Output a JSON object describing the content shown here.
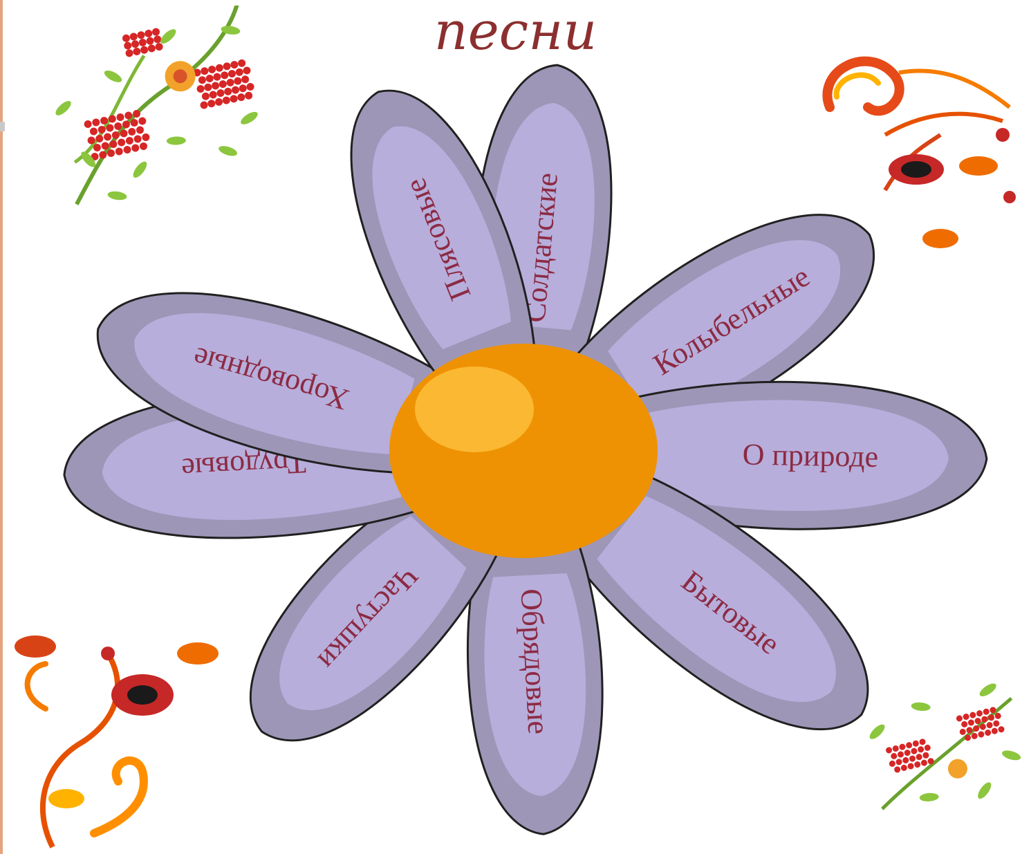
{
  "title": "песни",
  "center": {
    "color": "#ee9203",
    "highlight": "#fbb832"
  },
  "petal_colors": {
    "outer": "#9d96b7",
    "inner": "#b7aedb",
    "outline": "#202020",
    "text": "#8c2a43"
  },
  "petals": [
    {
      "id": "soldatskie",
      "label": "Солдатские"
    },
    {
      "id": "kolybelnye",
      "label": "Колыбельные"
    },
    {
      "id": "o-prirode",
      "label": "О природе"
    },
    {
      "id": "bytovye",
      "label": "Бытовые"
    },
    {
      "id": "obryadovye",
      "label": "Обрядовые"
    },
    {
      "id": "chastushki",
      "label": "Частушки"
    },
    {
      "id": "trudovye",
      "label": "Трудовые"
    },
    {
      "id": "khorovodnye",
      "label": "Хороводные"
    },
    {
      "id": "plyasovye",
      "label": "Плясовые"
    }
  ],
  "ornaments": {
    "top_left": "khokhloma-berries-ornament",
    "top_right": "khokhloma-flourish-ornament",
    "bottom_left": "khokhloma-flower-ornament",
    "bottom_right": "khokhloma-berries-ornament"
  }
}
